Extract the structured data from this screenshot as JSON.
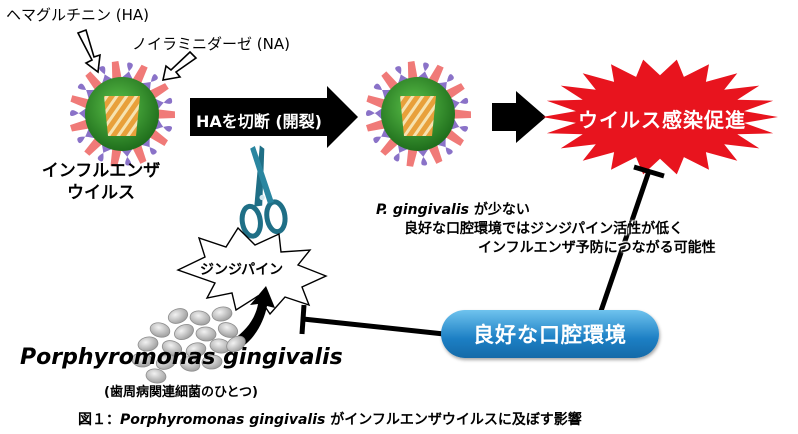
{
  "labels": {
    "ha": "ヘマグルチニン (HA)",
    "na": "ノイラミニダーゼ (NA)",
    "virus": "インフルエンザ ウイルス",
    "cut": "HAを切断 (開裂)",
    "promote": "ウイルス感染促進",
    "gingipain": "ジンジパイン",
    "oral": "良好な口腔環境",
    "bacterium": "Porphyromonas gingivalis",
    "bacterium_note": "(歯周病関連細菌のひとつ)"
  },
  "note": {
    "line1_italic": "P. gingivalis",
    "line1_rest": " が少ない",
    "line2": "良好な口腔環境ではジンジパイン活性が低く",
    "line3": "インフルエンザ予防につながる可能性"
  },
  "caption": {
    "prefix": "図１：",
    "italic": "Porphyromonas gingivalis",
    "rest": " がインフルエンザウイルスに及ぼす影響"
  },
  "colors": {
    "virus_core": "#2e8b2a",
    "spike_ha": "#f07a78",
    "spike_na": "#8a72c8",
    "arrow": "#000000",
    "burst": "#e8141e",
    "oral_button": "#1c7fc4",
    "bacteria": "#b8b8b8"
  },
  "icons": [
    "virus-icon",
    "scissors-icon",
    "burst-icon",
    "bacteria-icon",
    "inhibit-line-icon"
  ]
}
